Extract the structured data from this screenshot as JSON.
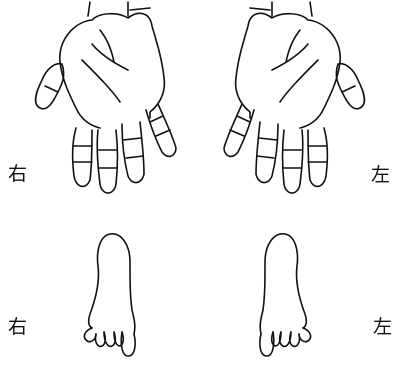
{
  "labels": {
    "right_hand": "右",
    "left_hand": "左",
    "right_foot": "右",
    "left_foot": "左"
  },
  "colors": {
    "ink": "#111111",
    "background": "#ffffff"
  }
}
